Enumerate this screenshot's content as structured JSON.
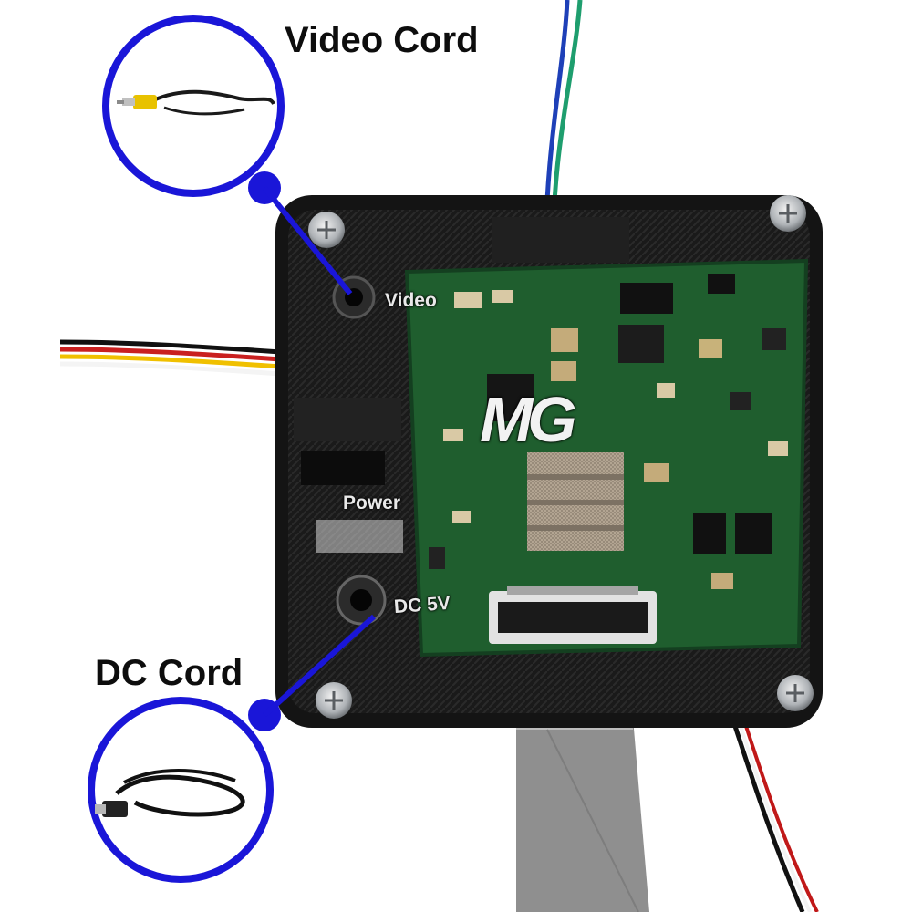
{
  "callouts": {
    "video_cord_label": "Video Cord",
    "dc_cord_label": "DC Cord"
  },
  "board_silkscreen": {
    "video_port_label": "Video",
    "power_label": "Power",
    "dc_port_label": "DC 5V"
  },
  "pcb_logo_text": "MG",
  "colors": {
    "callout_blue": "#1a16d8",
    "pcb_green": "#1f5e2e",
    "case_black": "#151515",
    "ribbon_gray": "#8d8d8d"
  }
}
